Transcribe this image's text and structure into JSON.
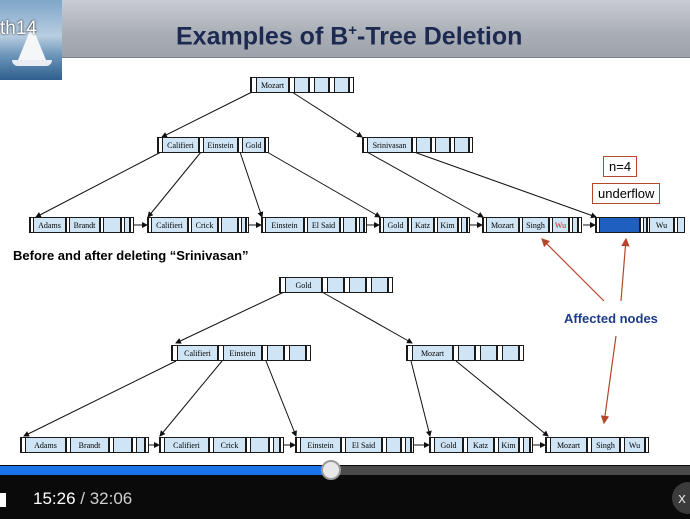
{
  "slide": {
    "title_pre": "Examples of B",
    "title_sup": "+",
    "title_post": "-Tree Deletion",
    "thumbnail_label": "th14",
    "caption_pre": "Before and after deleting ",
    "caption_quote_open": "“",
    "caption_key": "Srinivasan",
    "caption_quote_close": "”",
    "annot_n": "n=4",
    "annot_underflow": "underflow",
    "affected_label": "Affected nodes"
  },
  "tree_before": {
    "root": [
      "Mozart"
    ],
    "internal_left": [
      "Califieri",
      "Einstein",
      "Gold"
    ],
    "internal_right": [
      "Srinivasan"
    ],
    "leaves": [
      [
        "Adams",
        "Brandt"
      ],
      [
        "Califieri",
        "Crick"
      ],
      [
        "Einstein",
        "El Said"
      ],
      [
        "Gold",
        "Katz",
        "Kim"
      ],
      [
        "Mozart",
        "Singh",
        "Wu"
      ],
      [
        "Wu"
      ]
    ]
  },
  "tree_after": {
    "root": [
      "Gold"
    ],
    "internal_left": [
      "Califieri",
      "Einstein"
    ],
    "internal_right": [
      "Mozart"
    ],
    "leaves": [
      [
        "Adams",
        "Brandt"
      ],
      [
        "Califieri",
        "Crick"
      ],
      [
        "Einstein",
        "El Said"
      ],
      [
        "Gold",
        "Katz",
        "Kim"
      ],
      [
        "Mozart",
        "Singh",
        "Wu"
      ]
    ]
  },
  "player": {
    "current_time": "15:26",
    "separator": " / ",
    "duration": "32:06",
    "progress_fraction": 0.48,
    "close_label": "x",
    "accent_color": "#1a73e8"
  }
}
